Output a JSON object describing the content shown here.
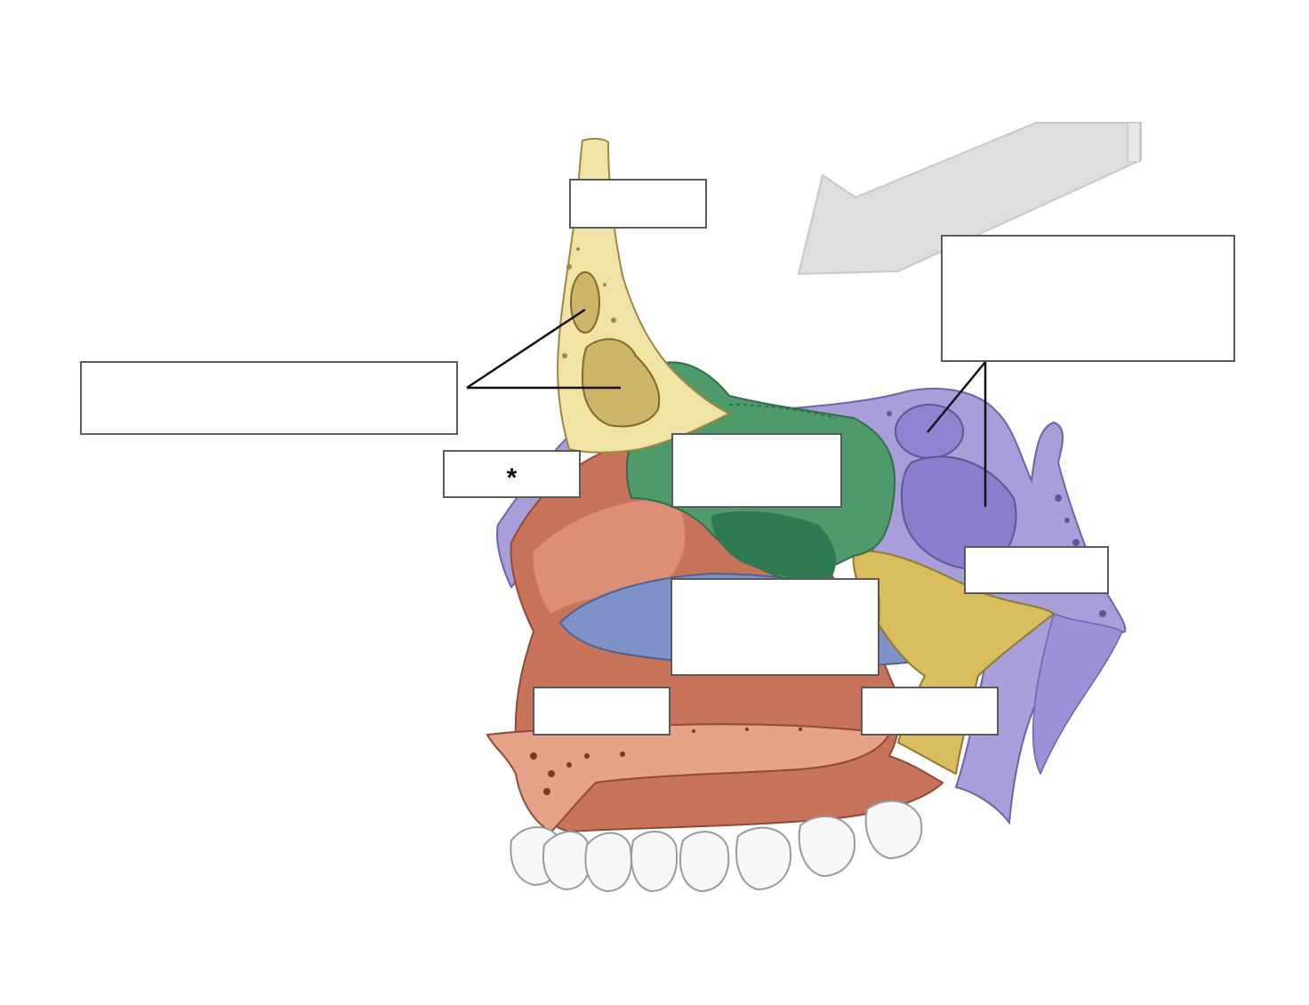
{
  "diagram": {
    "marker_text": "*",
    "blank_labels": [
      "frontal-sinus-label",
      "nasal-bone-label",
      "sphenoid-sinus-label",
      "superior-turbinate-label",
      "middle-turbinate-label",
      "sphenoid-label",
      "palatine-process-label",
      "palatine-bone-label"
    ],
    "colors": {
      "frontal_bone": "#f1e3a6",
      "frontal_sinus": "#cfb56a",
      "ethmoid": "#4f9a6a",
      "ethmoid_dark": "#2f6e48",
      "sphenoid": "#a59ad6",
      "sphenoid_sinus": "#8a7fcf",
      "maxilla": "#c8745a",
      "maxilla_light": "#e1967a",
      "inferior_concha": "#7f93c8",
      "palatine": "#d9bd5f",
      "teeth": "#f7f7f7",
      "arrow": "#dcdcdc",
      "label_border": "#5a5a5a",
      "leader_line": "#111111"
    }
  }
}
